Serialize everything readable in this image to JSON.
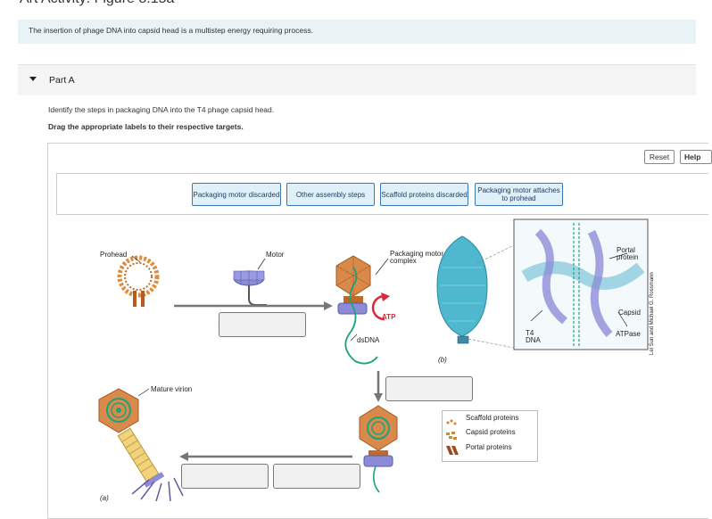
{
  "page": {
    "title": "Art Activity: Figure 8.15a",
    "intro": "The insertion of phage DNA into capsid head is a multistep energy requiring process.",
    "part_label": "Part A",
    "instruction": "Identify the steps in packaging DNA into the T4 phage capsid head.",
    "drag_instruction": "Drag the appropriate labels to their respective targets."
  },
  "toolbar": {
    "reset_label": "Reset",
    "help_label": "Help"
  },
  "labels": [
    "Packaging motor discarded",
    "Other assembly steps",
    "Scaffold proteins discarded",
    "Packaging motor attaches to prohead"
  ],
  "figure": {
    "prohead": "Prohead",
    "motor": "Motor",
    "packaging_motor_complex": "Packaging motor complex",
    "atp": "ATP",
    "dsdna": "dsDNA",
    "mature_virion": "Mature virion",
    "panel_a": "(a)",
    "panel_b": "(b)",
    "portal_protein": "Portal protein",
    "capsid": "Capsid",
    "atpase": "ATPase",
    "t4_dna": "T4 DNA",
    "credit": "Lei Sun and Michael G. Rossmann"
  },
  "legend": [
    {
      "label": "Scaffold proteins",
      "color": "#e07b2e"
    },
    {
      "label": "Capsid proteins",
      "color": "#d08a3a"
    },
    {
      "label": "Portal proteins",
      "color": "#a04a1e"
    }
  ],
  "colors": {
    "label_bg": "#dff0f8",
    "label_border": "#3b78b3",
    "capsid": "#d98a4a",
    "motor": "#8c8cd6",
    "dna": "#1aa37a",
    "atp_arrow": "#e0263a"
  }
}
